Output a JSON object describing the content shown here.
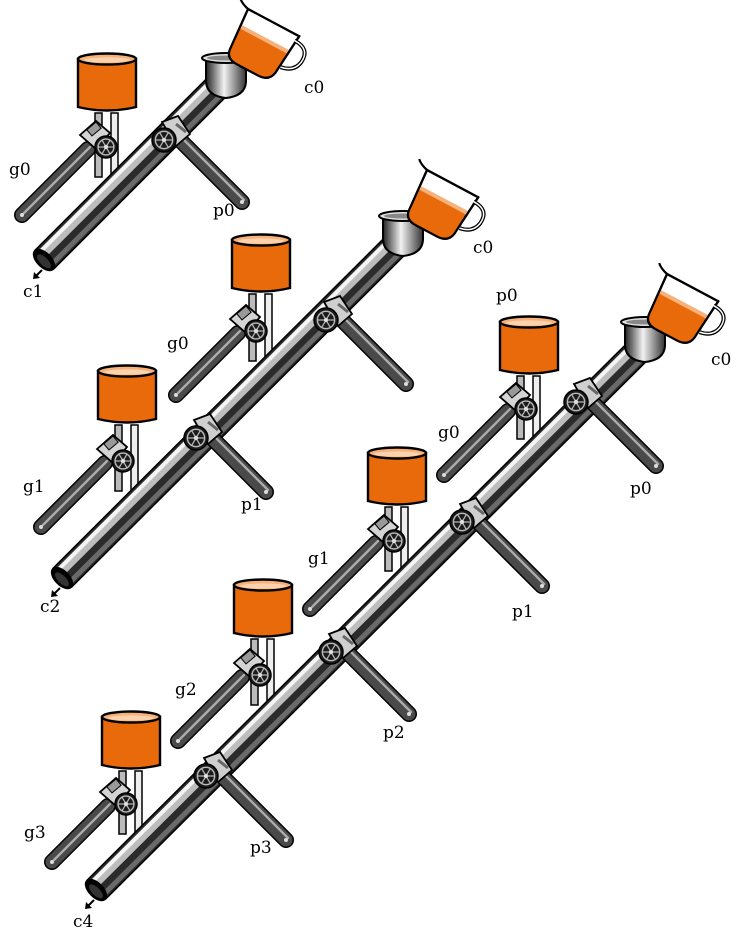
{
  "diagrams": [
    {
      "id": "pipeline-1",
      "labels": {
        "cup": "c0",
        "outlet": "c1"
      },
      "stages": [
        {
          "gen": "g0",
          "proc": "p0"
        }
      ]
    },
    {
      "id": "pipeline-2",
      "labels": {
        "cup": "c0",
        "outlet": "c2"
      },
      "stages": [
        {
          "gen": "g0",
          "proc": "p0"
        },
        {
          "gen": "g1",
          "proc": "p1"
        }
      ]
    },
    {
      "id": "pipeline-3",
      "labels": {
        "cup": "c0",
        "outlet": "c4"
      },
      "stages": [
        {
          "gen": "g0",
          "proc": "p0"
        },
        {
          "gen": "g1",
          "proc": "p1"
        },
        {
          "gen": "g2",
          "proc": "p2"
        },
        {
          "gen": "g3",
          "proc": "p3"
        }
      ]
    }
  ],
  "colors": {
    "liquid": "#e86a0a",
    "liquid_light": "#f6b27a",
    "outline": "#000000"
  }
}
